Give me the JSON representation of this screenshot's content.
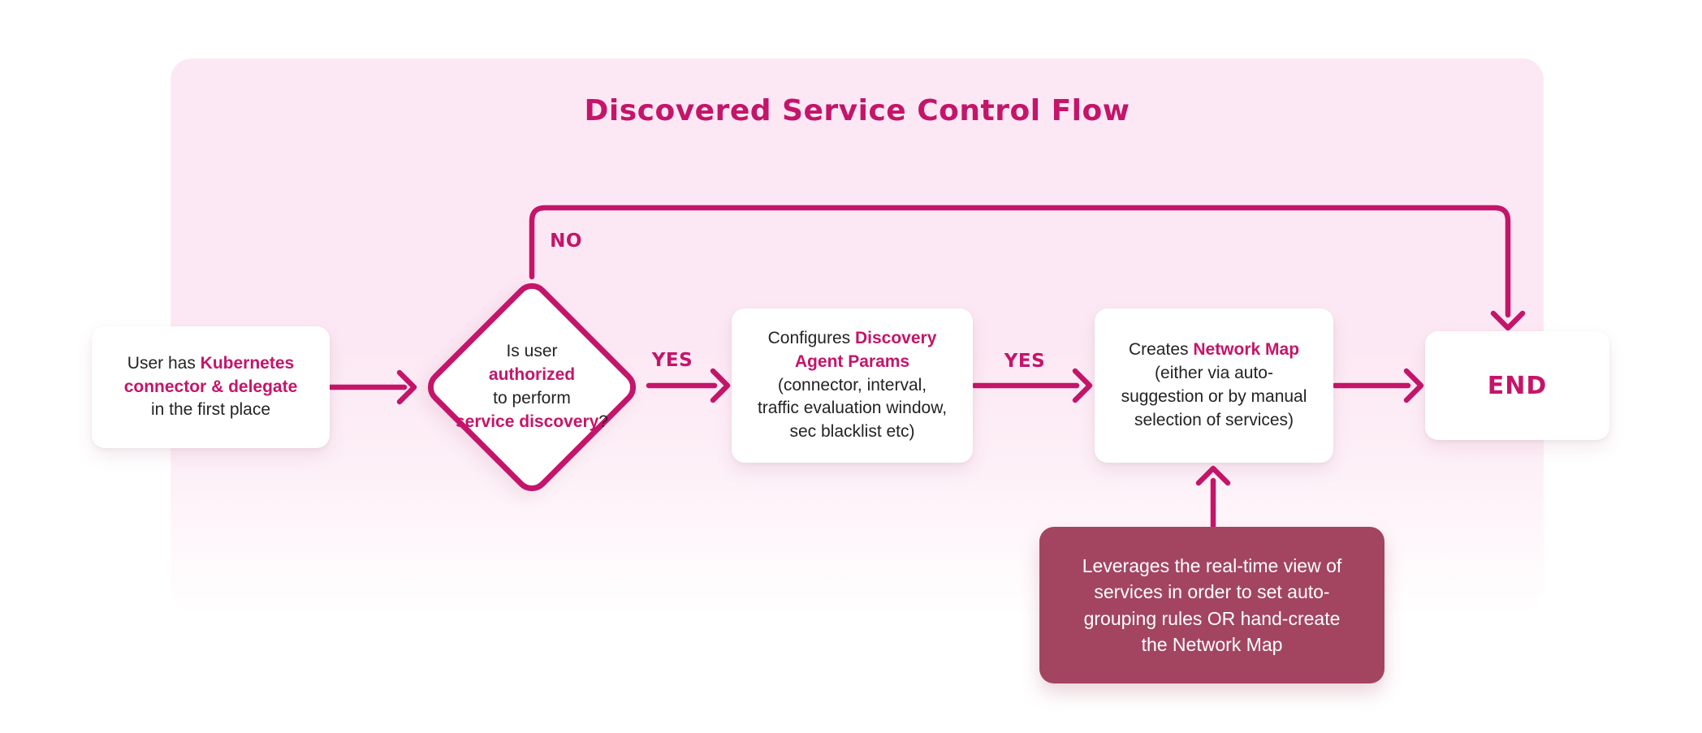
{
  "colors": {
    "accent": "#c4156a",
    "panel_top": "#fce8f4",
    "annotation_bg": "#a34560",
    "node_text": "#232323"
  },
  "title": "Discovered Service Control Flow",
  "edge_labels": {
    "no": "NO",
    "yes_decision_to_configure": "YES",
    "yes_configure_to_create": "YES"
  },
  "nodes": {
    "start": {
      "lines": [
        [
          {
            "t": "User has ",
            "h": false
          },
          {
            "t": "Kubernetes",
            "h": true
          }
        ],
        [
          {
            "t": "connector & delegate",
            "h": true
          }
        ],
        [
          {
            "t": "in the first place",
            "h": false
          }
        ]
      ]
    },
    "decision": {
      "lines": [
        [
          {
            "t": "Is user",
            "h": false
          }
        ],
        [
          {
            "t": "authorized",
            "h": true
          }
        ],
        [
          {
            "t": "to perform",
            "h": false
          }
        ],
        [
          {
            "t": "service discovery",
            "h": true
          },
          {
            "t": "?",
            "h": false
          }
        ]
      ]
    },
    "configure": {
      "lines": [
        [
          {
            "t": "Configures ",
            "h": false
          },
          {
            "t": "Discovery",
            "h": true
          }
        ],
        [
          {
            "t": "Agent Params",
            "h": true
          }
        ],
        [
          {
            "t": "(connector, interval,",
            "h": false
          }
        ],
        [
          {
            "t": "traffic evaluation window,",
            "h": false
          }
        ],
        [
          {
            "t": "sec blacklist etc)",
            "h": false
          }
        ]
      ]
    },
    "create_map": {
      "lines": [
        [
          {
            "t": "Creates ",
            "h": false
          },
          {
            "t": "Network Map",
            "h": true
          }
        ],
        [
          {
            "t": "(either via auto-",
            "h": false
          }
        ],
        [
          {
            "t": "suggestion or by manual",
            "h": false
          }
        ],
        [
          {
            "t": "selection of services)",
            "h": false
          }
        ]
      ]
    },
    "end": {
      "label": "END"
    },
    "annotation": {
      "lines": [
        [
          {
            "t": "Leverages the real-time view of",
            "h": false
          }
        ],
        [
          {
            "t": "services in order to set auto-",
            "h": false
          }
        ],
        [
          {
            "t": "grouping rules OR hand-create",
            "h": false
          }
        ],
        [
          {
            "t": "the Network Map",
            "h": false
          }
        ]
      ]
    }
  }
}
